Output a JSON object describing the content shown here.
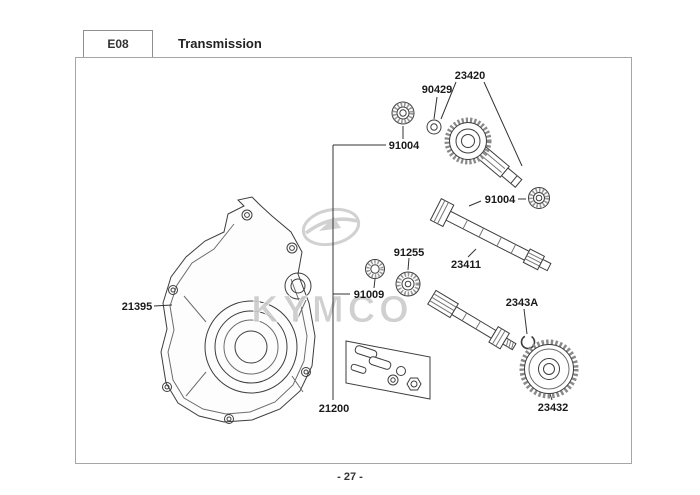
{
  "header": {
    "code": "E08",
    "title": "Transmission"
  },
  "footer": {
    "page_number": "- 27 -"
  },
  "watermark": {
    "brand": "KYMCO"
  },
  "diagram": {
    "labels": {
      "l23420": "23420",
      "l90429": "90429",
      "l91004": "91004",
      "l23411": "23411",
      "l91255": "91255",
      "l91009": "91009",
      "l21395": "21395",
      "l2343A": "2343A",
      "l21200": "21200",
      "l23432": "23432"
    }
  }
}
